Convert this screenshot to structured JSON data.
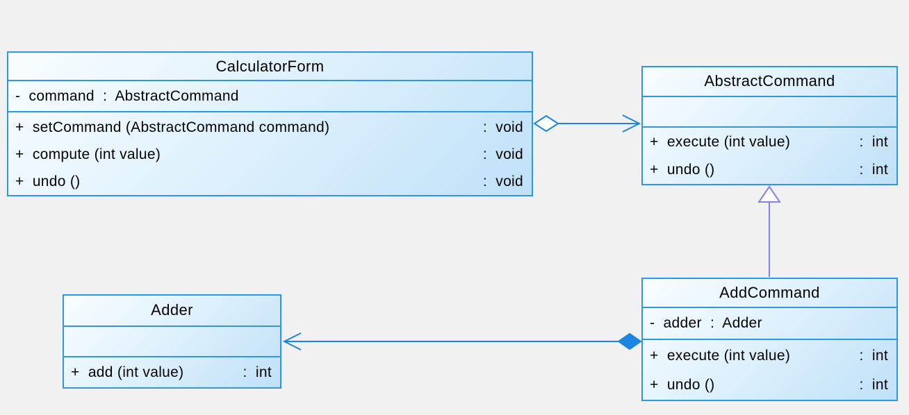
{
  "diagram": {
    "type": "uml-class-diagram",
    "pattern": "Command",
    "background_color": "#f1f1f1",
    "colors": {
      "box_border": "#2e97e2",
      "box_fill_top": "#f9fdff",
      "box_fill_bottom": "#bfe1f8",
      "association_line": "#1b86e0",
      "generalization_line": "#8282ee",
      "text": "#000000"
    }
  },
  "classes": [
    {
      "title": "CalculatorForm",
      "attributes": [
        "-  command  :  AbstractCommand"
      ],
      "methods": [
        {
          "signature": "+  setCommand (AbstractCommand command)",
          "returns": ":  void"
        },
        {
          "signature": "+  compute (int value)",
          "returns": ":  void"
        },
        {
          "signature": "+  undo ()",
          "returns": ":  void"
        }
      ]
    },
    {
      "title": "AbstractCommand",
      "attributes": [],
      "methods": [
        {
          "signature": "+  execute (int value)",
          "returns": ":  int"
        },
        {
          "signature": "+  undo ()",
          "returns": ":  int"
        }
      ]
    },
    {
      "title": "Adder",
      "attributes": [],
      "methods": [
        {
          "signature": "+  add (int value)",
          "returns": ":  int"
        }
      ]
    },
    {
      "title": "AddCommand",
      "attributes": [
        "-  adder  :  Adder"
      ],
      "methods": [
        {
          "signature": "+  execute (int value)",
          "returns": ":  int"
        },
        {
          "signature": "+  undo ()",
          "returns": ":  int"
        }
      ]
    }
  ],
  "relationships": [
    {
      "type": "aggregation",
      "from": "CalculatorForm",
      "to": "AbstractCommand",
      "glyphs": "hollow diamond at source, open arrowhead at target"
    },
    {
      "type": "generalization",
      "from": "AddCommand",
      "to": "AbstractCommand",
      "glyphs": "hollow triangle at target"
    },
    {
      "type": "composition",
      "from": "AddCommand",
      "to": "Adder",
      "glyphs": "filled diamond at source, open arrowhead at target"
    }
  ]
}
